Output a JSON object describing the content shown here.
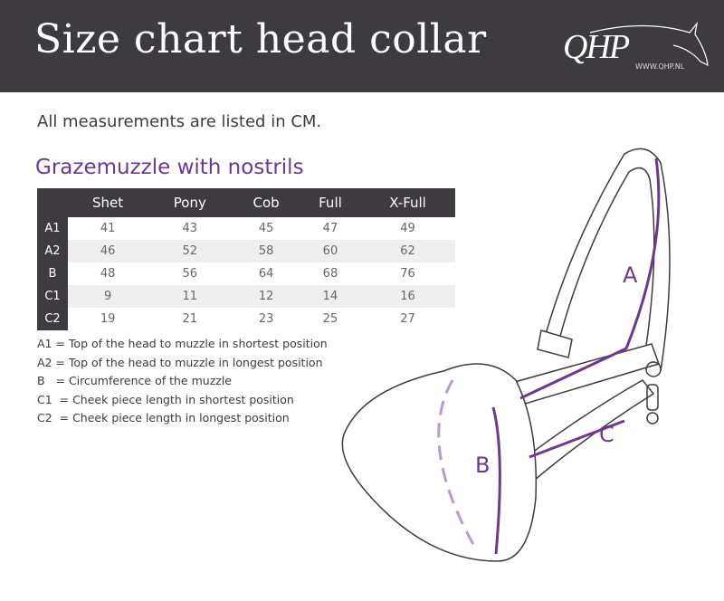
{
  "header": {
    "title": "Size chart head collar",
    "logo": "QHP",
    "logo_url": "WWW.QHP.NL"
  },
  "intro": "All measurements are listed in CM.",
  "subtitle": "Grazemuzzle with nostrils",
  "table": {
    "columns": [
      "Shet",
      "Pony",
      "Cob",
      "Full",
      "X-Full"
    ],
    "rows": [
      {
        "label": "A1",
        "values": [
          "41",
          "43",
          "45",
          "47",
          "49"
        ]
      },
      {
        "label": "A2",
        "values": [
          "46",
          "52",
          "58",
          "60",
          "62"
        ]
      },
      {
        "label": "B",
        "values": [
          "48",
          "56",
          "64",
          "68",
          "76"
        ]
      },
      {
        "label": "C1",
        "values": [
          "9",
          "11",
          "12",
          "14",
          "16"
        ]
      },
      {
        "label": "C2",
        "values": [
          "19",
          "21",
          "23",
          "25",
          "27"
        ]
      }
    ]
  },
  "legend": [
    "A1 = Top of the head to muzzle in shortest position",
    "A2 = Top of the head to muzzle in longest position",
    "B   = Circumference of the muzzle",
    "C1  = Cheek piece length in shortest position",
    "C2  = Cheek piece length in longest position"
  ],
  "diagram": {
    "labels": {
      "a": "A",
      "b": "B",
      "c": "C"
    },
    "accent": "#6b3a8e"
  }
}
